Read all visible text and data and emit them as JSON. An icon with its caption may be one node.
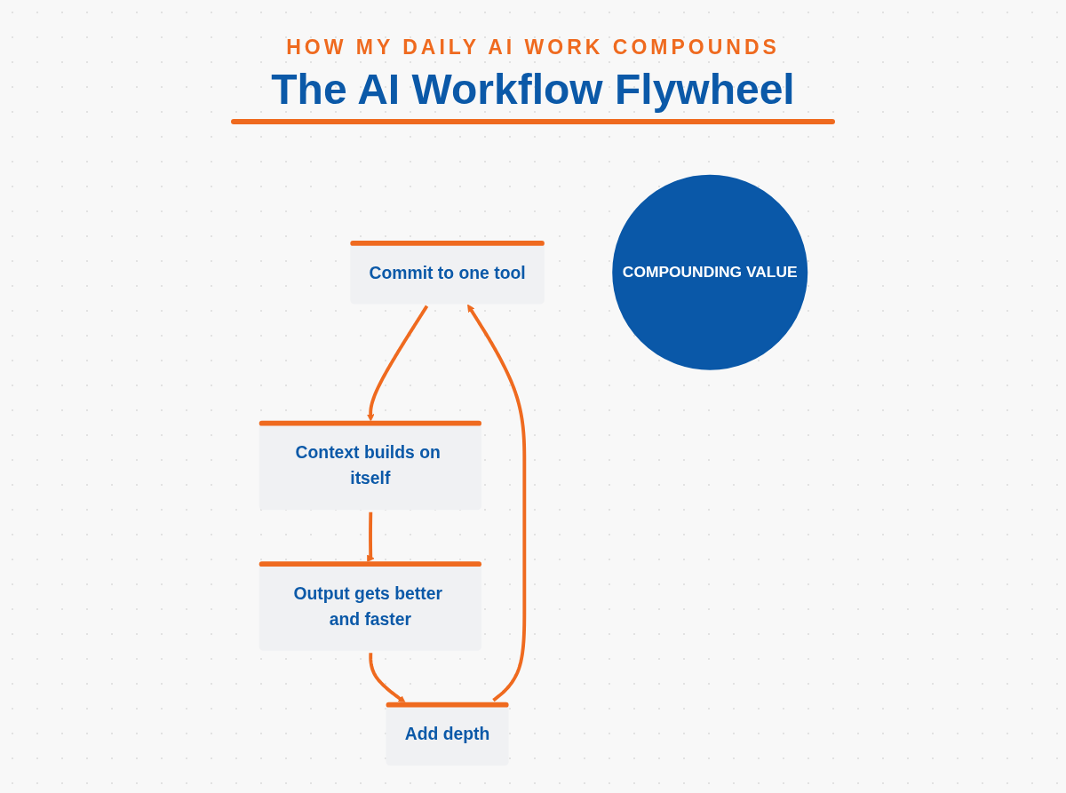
{
  "diagram": {
    "title": "The AI Workflow Flywheel",
    "nodes": [
      {
        "text": [
          "Commit to one tool"
        ]
      },
      {
        "text": [
          "Add depth"
        ]
      },
      {
        "text": [
          "COMPOUNDING VALUE"
        ]
      },
      {
        "text": [
          "Context builds on itself"
        ]
      },
      {
        "text": [
          "Output gets better and faster"
        ]
      }
    ],
    "edges": [
      {
        "from": 0,
        "to": 3,
        "arrow": "to"
      },
      {
        "from": 3,
        "to": 4,
        "arrow": "to"
      },
      {
        "from": 4,
        "to": 1,
        "arrow": "to"
      },
      {
        "from": 1,
        "to": 0,
        "arrow": "to"
      }
    ],
    "labels": [
      "HOW MY DAILY AI WORK COMPOUNDS"
    ]
  }
}
